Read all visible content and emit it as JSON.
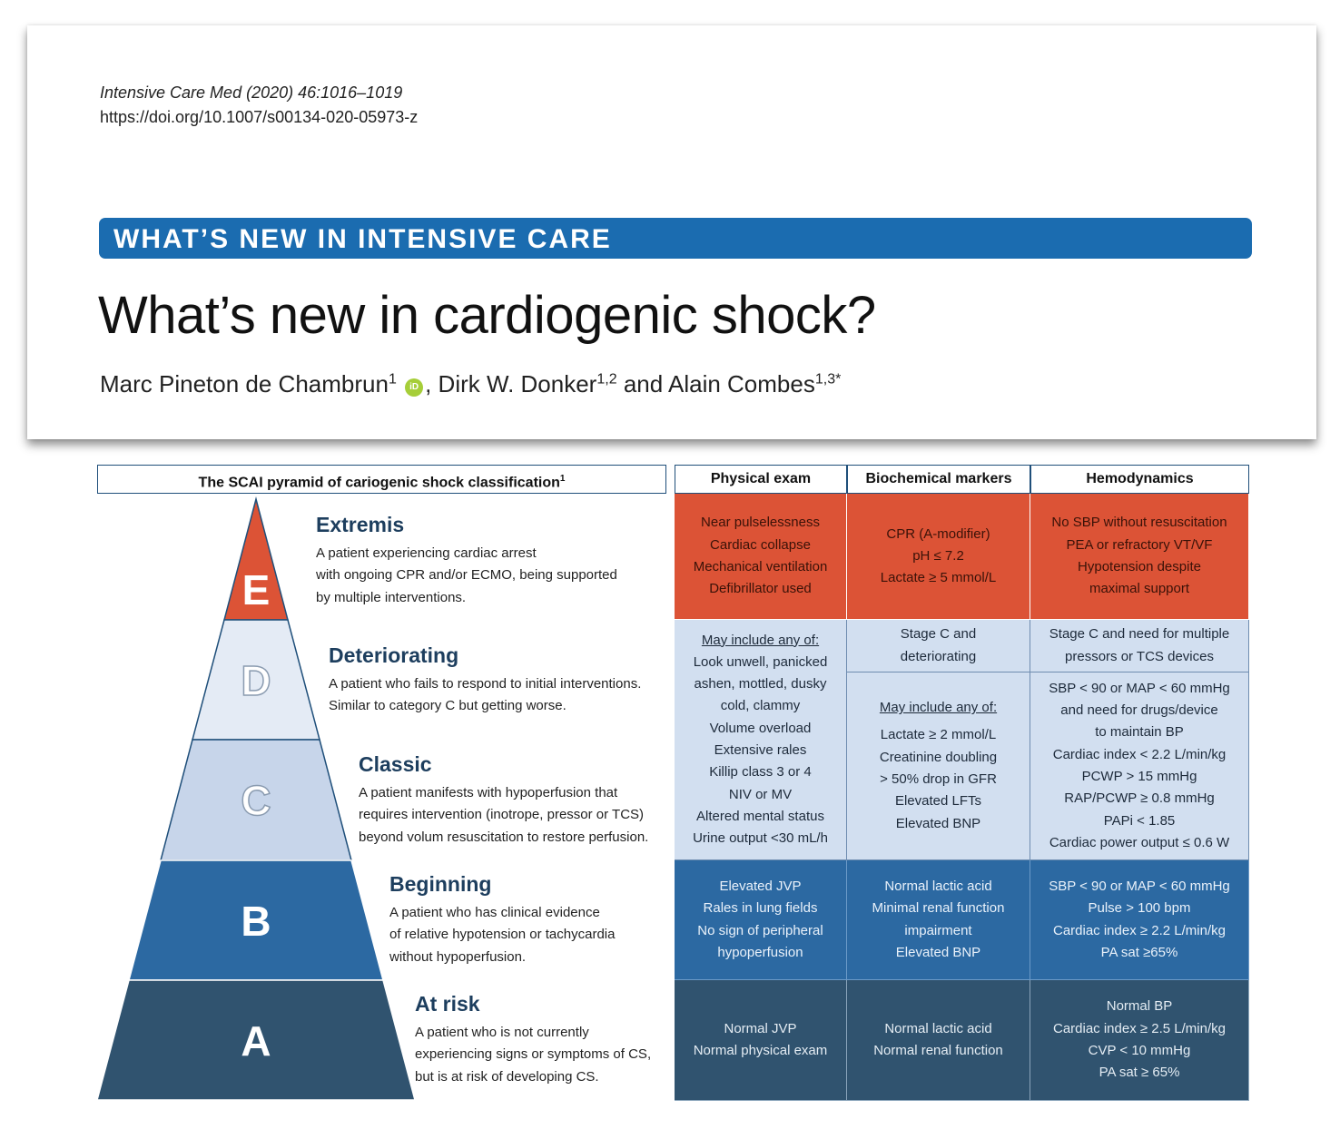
{
  "article": {
    "journal": "Intensive Care Med (2020) 46:1016–1019",
    "doi": "https://doi.org/10.1007/s00134-020-05973-z",
    "banner": "WHAT’S NEW IN INTENSIVE CARE",
    "title": "What’s new in cardiogenic shock?",
    "authors": [
      {
        "name": "Marc Pineton de Chambrun",
        "sup": "1",
        "orcid": "iD"
      },
      {
        "name": ", Dirk W. Donker",
        "sup": "1,2"
      },
      {
        "name": " and Alain Combes",
        "sup": "1,3*"
      }
    ]
  },
  "figure": {
    "pyramid_title": "The SCAI pyramid of cariogenic shock classification",
    "pyramid_title_sup": "1",
    "colors": {
      "E": "#dc5336",
      "D": "#e4ebf5",
      "C": "#c7d5ea",
      "B": "#2c69a2",
      "A": "#30536f"
    },
    "stages": [
      {
        "letter": "E",
        "name": "Extremis",
        "lines": [
          "A patient experiencing cardiac arrest",
          "with ongoing CPR and/or ECMO, being supported",
          "by multiple interventions."
        ]
      },
      {
        "letter": "D",
        "name": "Deteriorating",
        "lines": [
          "A patient who fails to respond to initial interventions.",
          "Similar to category C but getting worse."
        ]
      },
      {
        "letter": "C",
        "name": "Classic",
        "lines": [
          "A patient manifests with hypoperfusion that",
          "requires intervention (inotrope, pressor or TCS)",
          "beyond volum resuscitation to restore perfusion."
        ]
      },
      {
        "letter": "B",
        "name": "Beginning",
        "lines": [
          "A patient who has clinical evidence",
          "of relative hypotension or tachycardia",
          "without hypoperfusion."
        ]
      },
      {
        "letter": "A",
        "name": "At risk",
        "lines": [
          "A patient who is not currently",
          "experiencing signs or symptoms of CS,",
          "but is at risk of developing CS."
        ]
      }
    ],
    "table": {
      "headers": [
        "Physical exam",
        "Biochemical markers",
        "Hemodynamics"
      ],
      "E": {
        "physical": [
          "Near pulselessness",
          "Cardiac collapse",
          "Mechanical ventilation",
          "Defibrillator used"
        ],
        "biochemical": [
          "CPR (A-modifier)",
          "pH ≤ 7.2",
          "Lactate ≥ 5 mmol/L"
        ],
        "hemodynamics": [
          "No SBP without resuscitation",
          "PEA or refractory VT/VF",
          "Hypotension despite",
          "maximal support"
        ]
      },
      "D": {
        "biochemical": [
          "Stage C and",
          "deteriorating"
        ],
        "hemodynamics": [
          "Stage C and need for multiple",
          "pressors or TCS devices"
        ]
      },
      "CD": {
        "physical_head": "May include any of:",
        "physical": [
          "Look unwell, panicked",
          "ashen, mottled, dusky",
          "cold, clammy",
          "Volume overload",
          "Extensive rales",
          "Killip class 3 or 4",
          "NIV or MV",
          "Altered mental status",
          "Urine output <30 mL/h"
        ]
      },
      "C": {
        "biochemical_head": "May include any of:",
        "biochemical": [
          "Lactate ≥ 2 mmol/L",
          "Creatinine doubling",
          "> 50% drop in GFR",
          "Elevated LFTs",
          "Elevated BNP"
        ],
        "hemodynamics": [
          "SBP < 90 or MAP < 60 mmHg",
          "and need for drugs/device",
          "to maintain BP",
          "Cardiac index < 2.2 L/min/kg",
          "PCWP > 15 mmHg",
          "RAP/PCWP ≥ 0.8 mmHg",
          "PAPi < 1.85",
          "Cardiac power output ≤ 0.6 W"
        ]
      },
      "B": {
        "physical": [
          "Elevated JVP",
          "Rales in lung fields",
          "No sign of peripheral",
          "hypoperfusion"
        ],
        "biochemical": [
          "Normal lactic acid",
          "Minimal renal function",
          "impairment",
          "Elevated BNP"
        ],
        "hemodynamics": [
          "SBP < 90 or MAP < 60 mmHg",
          "Pulse > 100 bpm",
          "Cardiac index ≥ 2.2 L/min/kg",
          "PA sat ≥65%"
        ]
      },
      "A": {
        "physical": [
          "Normal JVP",
          "Normal physical exam"
        ],
        "biochemical": [
          "Normal lactic acid",
          "Normal renal function"
        ],
        "hemodynamics": [
          "Normal BP",
          "Cardiac index ≥ 2.5 L/min/kg",
          "CVP < 10 mmHg",
          "PA sat ≥ 65%"
        ]
      }
    }
  }
}
